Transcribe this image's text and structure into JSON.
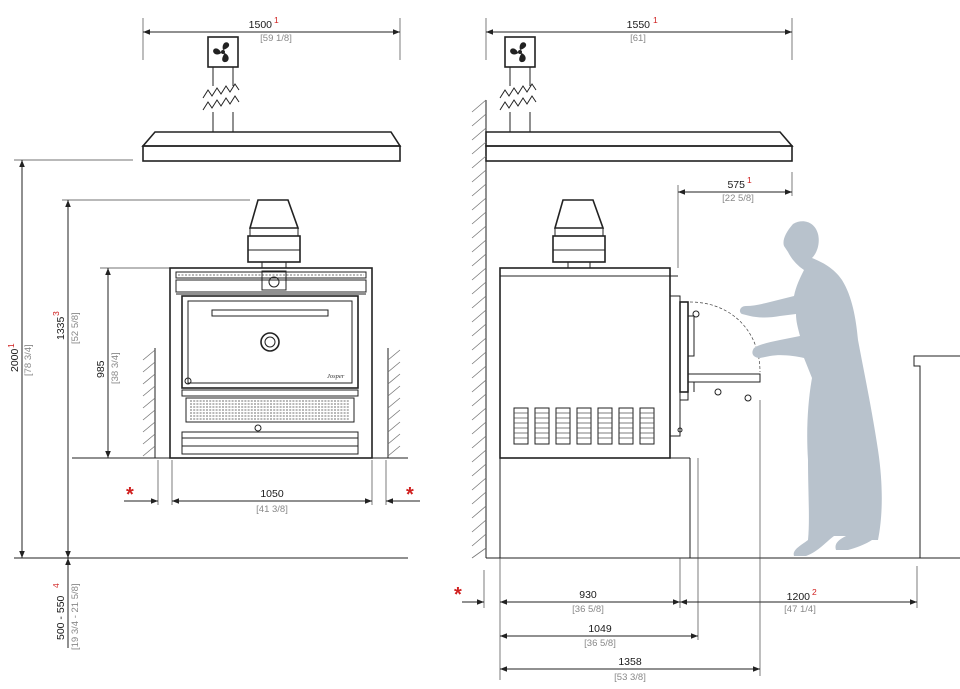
{
  "colors": {
    "line": "#222222",
    "note": "#d0201f",
    "person": "#b8c2cc",
    "secondary_text": "#888888"
  },
  "icons": {
    "fan": "fan-icon",
    "smoke": "smoke-squiggle"
  },
  "front_view": {
    "hood_width": {
      "mm": "1500",
      "note": "1",
      "inch": "[59 1/8]"
    },
    "total_height": {
      "mm": "2000",
      "note": "1",
      "inch": "[78 3/4]"
    },
    "chimney_height": {
      "mm": "1335",
      "note": "3",
      "inch": "[52 5/8]"
    },
    "oven_height": {
      "mm": "985",
      "inch": "[38 3/4]"
    },
    "oven_width": {
      "mm": "1050",
      "inch": "[41 3/8]"
    },
    "base_height": {
      "mm": "500 - 550",
      "note": "4",
      "inch": "[19 3/4 - 21 5/8]"
    },
    "clearance_mark_left": "*",
    "clearance_mark_right": "*",
    "brand_label": "Josper"
  },
  "side_view": {
    "hood_depth": {
      "mm": "1550",
      "note": "1",
      "inch": "[61]"
    },
    "hood_overhang": {
      "mm": "575",
      "note": "1",
      "inch": "[22 5/8]"
    },
    "body_depth": {
      "mm": "930",
      "inch": "[36 5/8]"
    },
    "depth_with_handle": {
      "mm": "1049",
      "inch": "[36 5/8]"
    },
    "depth_open_door": {
      "mm": "1358",
      "inch": "[53 3/8]"
    },
    "operator_space": {
      "mm": "1200",
      "note": "2",
      "inch": "[47 1/4]"
    },
    "clearance_mark": "*"
  }
}
